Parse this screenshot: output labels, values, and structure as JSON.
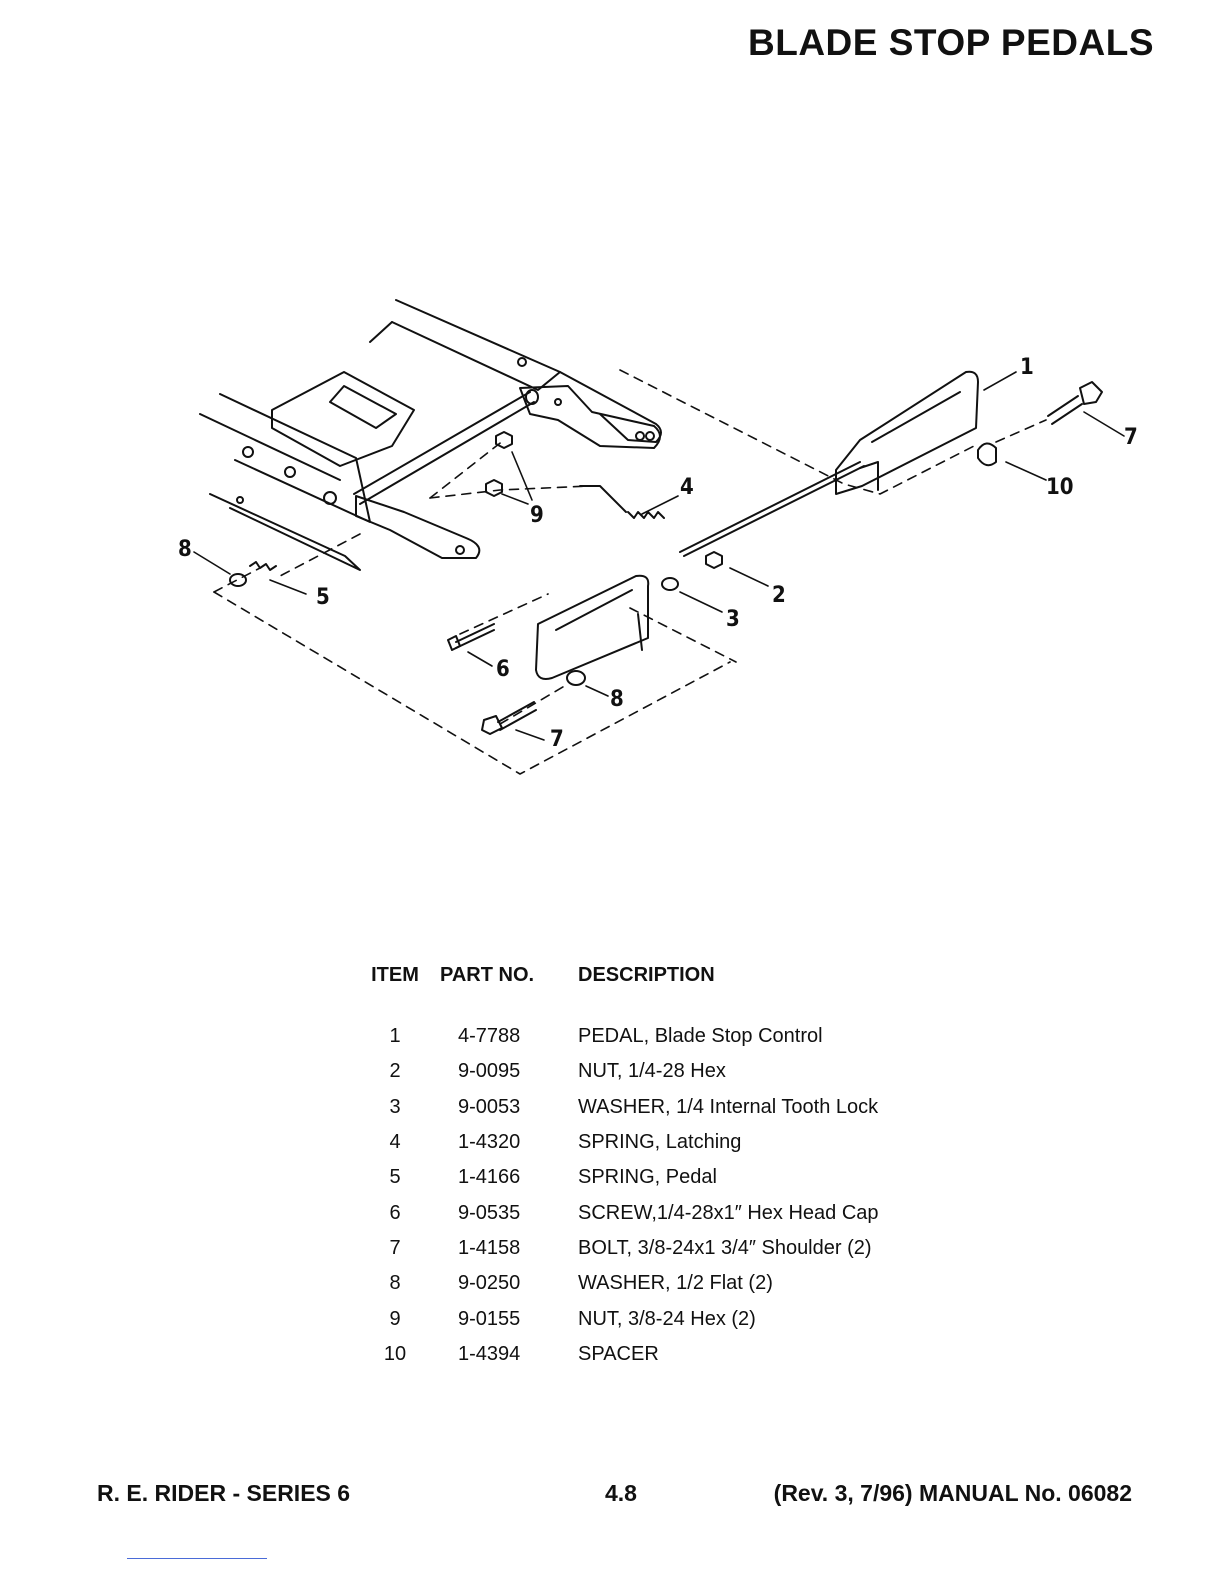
{
  "page_title": "BLADE STOP PEDALS",
  "diagram": {
    "callouts": [
      "1",
      "2",
      "3",
      "4",
      "5",
      "6",
      "7",
      "7",
      "8",
      "8",
      "9",
      "9",
      "10"
    ]
  },
  "parts_table": {
    "headers": {
      "item": "ITEM",
      "part_no": "PART NO.",
      "description": "DESCRIPTION"
    },
    "rows": [
      {
        "item": "1",
        "part_no": "4-7788",
        "description": "PEDAL, Blade Stop Control"
      },
      {
        "item": "2",
        "part_no": "9-0095",
        "description": "NUT, 1/4-28 Hex"
      },
      {
        "item": "3",
        "part_no": "9-0053",
        "description": "WASHER, 1/4 Internal Tooth Lock"
      },
      {
        "item": "4",
        "part_no": "1-4320",
        "description": "SPRING, Latching"
      },
      {
        "item": "5",
        "part_no": "1-4166",
        "description": "SPRING, Pedal"
      },
      {
        "item": "6",
        "part_no": "9-0535",
        "description": "SCREW,1/4-28x1″ Hex Head Cap"
      },
      {
        "item": "7",
        "part_no": "1-4158",
        "description": "BOLT, 3/8-24x1 3/4″ Shoulder (2)"
      },
      {
        "item": "8",
        "part_no": "9-0250",
        "description": "WASHER, 1/2 Flat (2)"
      },
      {
        "item": "9",
        "part_no": "9-0155",
        "description": "NUT, 3/8-24 Hex (2)"
      },
      {
        "item": "10",
        "part_no": "1-4394",
        "description": "SPACER"
      }
    ]
  },
  "footer": {
    "left": "R. E. RIDER - SERIES 6",
    "center": "4.8",
    "right": "(Rev. 3, 7/96) MANUAL No. 06082"
  }
}
